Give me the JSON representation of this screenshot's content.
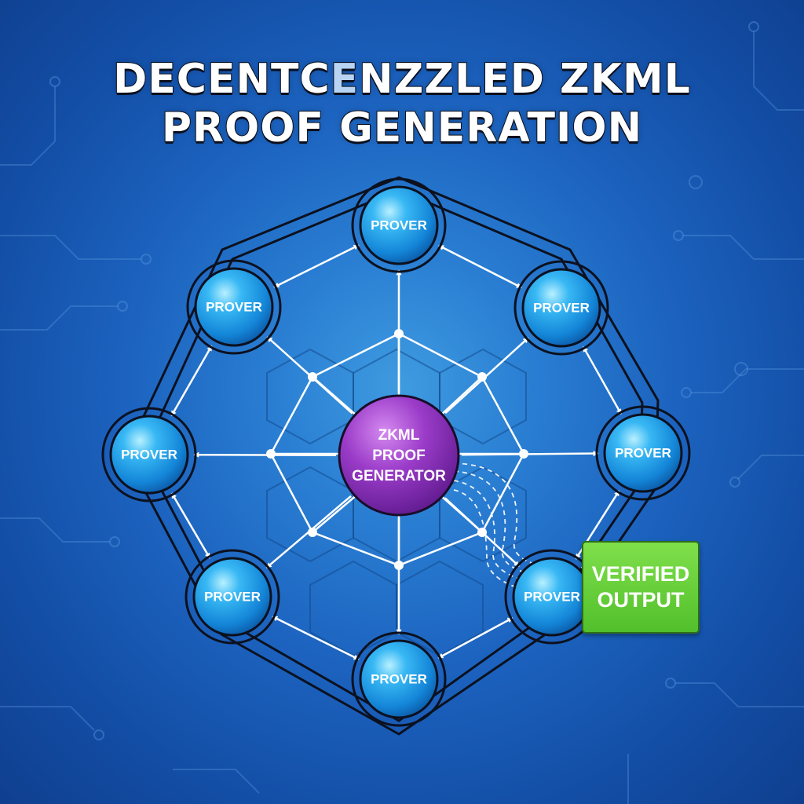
{
  "title": {
    "line1_a": "DECENTC",
    "line1_highlight": "E",
    "line1_b": "NZZLED ZKML",
    "line2": "PROOF GENERATION"
  },
  "center_node": {
    "lines": [
      "ZKML",
      "PROOF",
      "GENERATOR"
    ]
  },
  "prover_nodes": [
    {
      "label": "PROVER"
    },
    {
      "label": "PROVER"
    },
    {
      "label": "PROVER"
    },
    {
      "label": "PROVER"
    },
    {
      "label": "PROVER"
    },
    {
      "label": "PROVER"
    },
    {
      "label": "PROVER"
    },
    {
      "label": "PROVER"
    }
  ],
  "output_box": {
    "line1": "VERIFIED",
    "line2": "OUTPUT"
  },
  "colors": {
    "background": "#1c63bf",
    "prover_node": "#1a9ae8",
    "center_node": "#8f2fc0",
    "output_box": "#5cc832",
    "edges": "#ffffff"
  }
}
